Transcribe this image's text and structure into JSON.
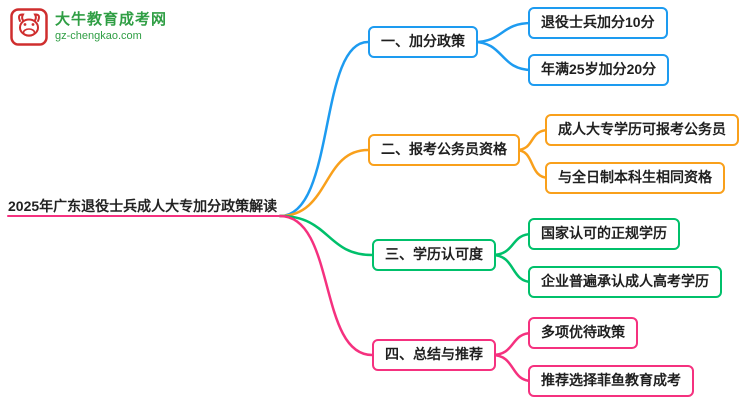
{
  "logo": {
    "title": "大牛教育成考网",
    "domain": "gz-chengkao.com",
    "title_color": "#2f9e44",
    "icon": "bull-logo",
    "icon_color": "#cf2e2e"
  },
  "root": {
    "label": "2025年广东退役士兵成人大专加分政策解读",
    "underline_color": "#f5317f"
  },
  "branches": [
    {
      "label": "一、加分政策",
      "color": "#1d9bf0",
      "children": [
        "退役士兵加分10分",
        "年满25岁加分20分"
      ]
    },
    {
      "label": "二、报考公务员资格",
      "color": "#f9a01b",
      "children": [
        "成人大专学历可报考公务员",
        "与全日制本科生相同资格"
      ]
    },
    {
      "label": "三、学历认可度",
      "color": "#00c06b",
      "children": [
        "国家认可的正规学历",
        "企业普遍承认成人高考学历"
      ]
    },
    {
      "label": "四、总结与推荐",
      "color": "#f5317f",
      "children": [
        "多项优待政策",
        "推荐选择菲鱼教育成考"
      ]
    }
  ]
}
